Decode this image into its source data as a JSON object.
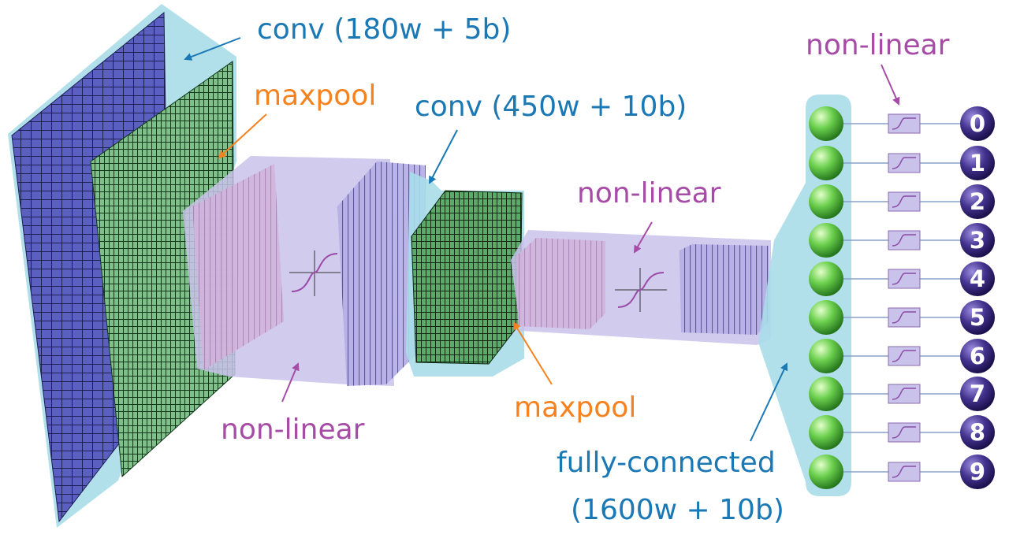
{
  "labels": {
    "conv1": "conv (180w + 5b)",
    "maxpool1": "maxpool",
    "conv2": "conv (450w + 10b)",
    "nonlinear_bottom": "non-linear",
    "nonlinear_mid": "non-linear",
    "nonlinear_top": "non-linear",
    "maxpool2": "maxpool",
    "fc_line1": "fully-connected",
    "fc_line2": "(1600w + 10b)"
  },
  "outputs": [
    "0",
    "1",
    "2",
    "3",
    "4",
    "5",
    "6",
    "7",
    "8",
    "9"
  ],
  "colors": {
    "conv_label": "#1a78b4",
    "maxpool_label": "#f5821f",
    "nonlinear_label": "#a64ca6",
    "cyan_band": "#a8dde9",
    "purple_band": "#c9c2ea",
    "blue_grid": "#5a5fc0",
    "green_grid": "#7fc08a",
    "pink_grid": "#c9a8d6",
    "lilac_grid": "#a49fdc",
    "node_green": "#5cc04a",
    "node_purple": "#3a2a7a"
  }
}
